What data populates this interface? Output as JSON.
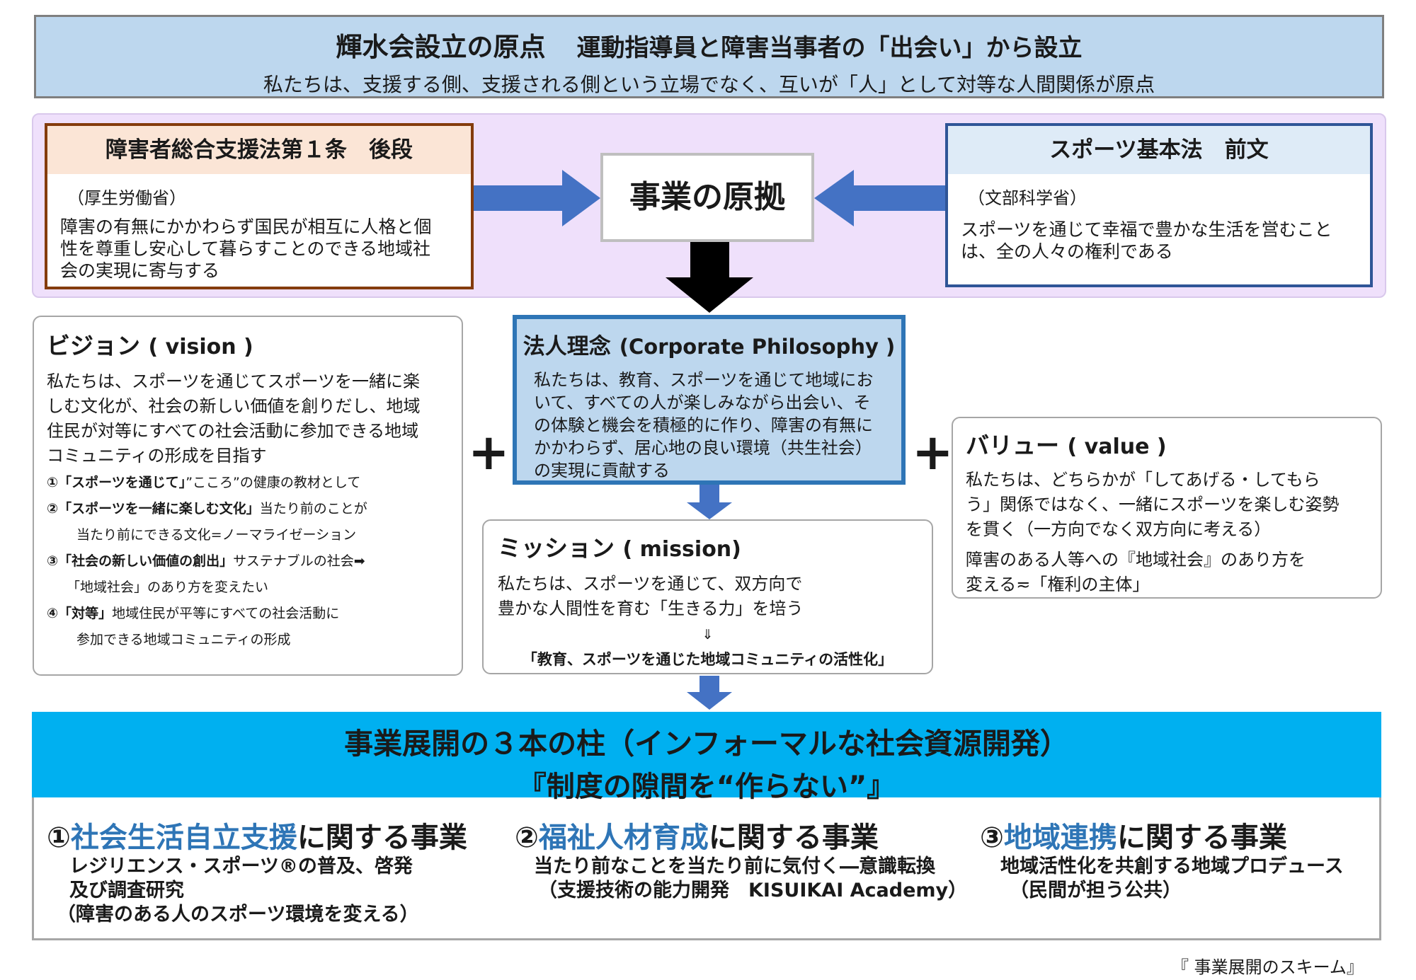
{
  "banner": {
    "title": "輝水会設立の原点",
    "subtitle": "運動指導員と障害当事者の「出会い」から設立",
    "line2": "私たちは、支援する側、支援される側という立場でなく、互いが「人」として対等な人間関係が原点"
  },
  "law_left": {
    "title": "障害者総合支援法第１条　後段",
    "ministry": "（厚生労働省）",
    "lines": [
      "障害の有無にかかわらず国民が相互に人格と個",
      "性を尊重し安心して暮らすことのできる地域社",
      "会の実現に寄与する"
    ]
  },
  "law_right": {
    "title": "スポーツ基本法　前文",
    "ministry": "（文部科学省）",
    "lines": [
      "スポーツを通じて幸福で豊かな生活を営むこと",
      "は、全の人々の権利である"
    ]
  },
  "center": {
    "label": "事業の原拠"
  },
  "vision": {
    "title": "ビジョン",
    "title_en": "( vision )",
    "lines": [
      "私たちは、スポーツを通じてスポーツを一緒に楽",
      "しむ文化が、社会の新しい価値を創りだし、地域",
      "住民が対等にすべての社会活動に参加できる地域",
      "コミュニティの形成を目指す"
    ],
    "items": [
      {
        "bold": "①「スポーツを通じて」",
        "rest": "”こころ”の健康の教材として",
        "cont": ""
      },
      {
        "bold": "②「スポーツを一緒に楽しむ文化」",
        "rest": "当たり前のことが",
        "cont": "当たり前にできる文化=ノーマライゼーション"
      },
      {
        "bold": "③「社会の新しい価値の創出」",
        "rest": "サステナブルの社会➡",
        "cont": "「地域社会」のあり方を変えたい"
      },
      {
        "bold": "④「対等」",
        "rest": "地域住民が平等にすべての社会活動に",
        "cont": "参加できる地域コミュニティの形成"
      }
    ]
  },
  "philosophy": {
    "title": "法人理念",
    "title_en": "(Corporate Philosophy )",
    "lines": [
      "私たちは、教育、スポーツを通じて地域にお",
      "いて、すべての人が楽しみながら出会い、そ",
      "の体験と機会を積極的に作り、障害の有無に",
      "かかわらず、居心地の良い環境（共生社会）",
      "の実現に貢献する"
    ]
  },
  "mission": {
    "title": "ミッション",
    "title_en": "( mission)",
    "lines": [
      "私たちは、スポーツを通じて、双方向で",
      "豊かな人間性を育む「生きる力」を培う"
    ],
    "arrow": "⇓",
    "bottom": "「教育、スポーツを通じた地域コミュニティの活性化」"
  },
  "value": {
    "title": "バリュー",
    "title_en": "( value )",
    "lines": [
      "私たちは、どちらかが「してあげる・してもら",
      "う」関係ではなく、一緒にスポーツを楽しむ姿勢",
      "を貫く（一方向でなく双方向に考える）"
    ],
    "lines2": [
      "障害のある人等への『地域社会』のあり方を",
      "変える≂「権利の主体」"
    ]
  },
  "plus": "+",
  "pillars": {
    "title": "事業展開の３本の柱（インフォーマルな社会資源開発）",
    "subtitle": "『制度の隙間を“作らない”』",
    "items": [
      {
        "num": "①",
        "highlight": "社会生活自立支援",
        "rest": "に関する事業",
        "sub": [
          "レジリエンス・スポーツ®の普及、啓発",
          "及び調査研究",
          "（障害のある人のスポーツ環境を変える）"
        ]
      },
      {
        "num": "②",
        "highlight": "福祉人材育成",
        "rest": "に関する事業",
        "sub": [
          "当たり前なことを当たり前に気付く―意識転換",
          "（支援技術の能力開発　KISUIKAI Academy）"
        ]
      },
      {
        "num": "③",
        "highlight": "地域連携",
        "rest": "に関する事業",
        "sub": [
          "地域活性化を共創する地域プロデュース",
          "（民間が担う公共）"
        ]
      }
    ]
  },
  "caption": "『 事業展開のスキーム』",
  "colors": {
    "banner_bg": "#bdd7ee",
    "band_bg": "#efe0fb",
    "law_left_border": "#843c0c",
    "law_right_border": "#2f5597",
    "arrow_blue": "#4472c4",
    "pillar_header": "#00b0f0",
    "highlight_text": "#2e75b6"
  }
}
